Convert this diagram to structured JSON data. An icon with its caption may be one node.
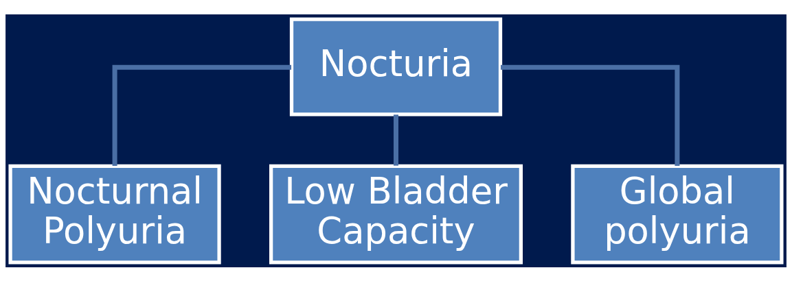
{
  "diagram": {
    "nodes": [
      {
        "text": [
          "Nocturia"
        ]
      },
      {
        "text": [
          "Nocturnal Polyuria"
        ]
      },
      {
        "text": [
          "Low Bladder Capacity"
        ]
      },
      {
        "text": [
          "Global polyuria"
        ]
      }
    ],
    "edges": [
      {
        "from": 0,
        "to": 1,
        "arrow": "none"
      },
      {
        "from": 0,
        "to": 2,
        "arrow": "none"
      },
      {
        "from": 0,
        "to": 3,
        "arrow": "none"
      }
    ]
  }
}
